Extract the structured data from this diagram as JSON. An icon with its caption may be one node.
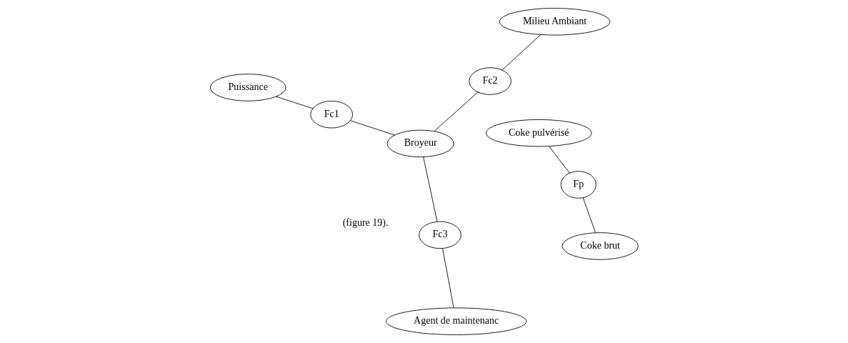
{
  "diagram": {
    "nodes": [
      {
        "text": [
          "Puissance"
        ]
      },
      {
        "text": [
          "Coke pulvérisé"
        ]
      },
      {
        "text": [
          "Fp"
        ]
      },
      {
        "text": [
          "Fc1"
        ]
      },
      {
        "text": [
          "Broyeur"
        ]
      },
      {
        "text": [
          "Fc2"
        ]
      },
      {
        "text": [
          "Fc3"
        ]
      },
      {
        "text": [
          "Milieu Ambiant"
        ]
      },
      {
        "text": [
          "Agent de maintenanc"
        ]
      },
      {
        "text": [
          "Coke brut"
        ]
      }
    ],
    "edges": [
      {
        "from": 0,
        "to": 3,
        "arrow": "none"
      },
      {
        "from": 3,
        "to": 4,
        "arrow": "none"
      },
      {
        "from": 4,
        "to": 5,
        "arrow": "none"
      },
      {
        "from": 5,
        "to": 7,
        "arrow": "none"
      },
      {
        "from": 4,
        "to": 6,
        "arrow": "none"
      },
      {
        "from": 6,
        "to": 8,
        "arrow": "none"
      },
      {
        "from": 2,
        "to": 1,
        "arrow": "none"
      },
      {
        "from": 9,
        "to": 2,
        "arrow": "none"
      }
    ],
    "labels": [
      "(figure 19)."
    ]
  }
}
